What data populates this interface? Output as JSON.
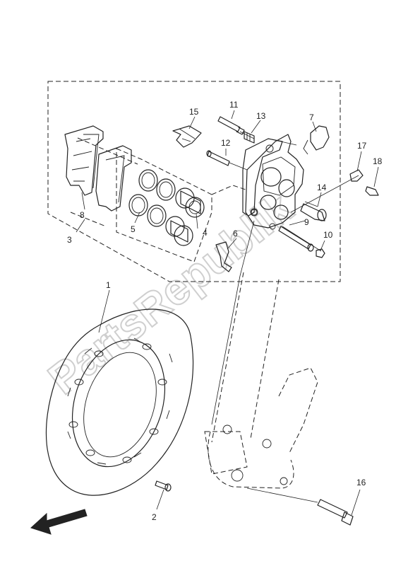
{
  "watermark": "PartsRepublik",
  "callouts": [
    {
      "id": "1",
      "text": "1"
    },
    {
      "id": "2",
      "text": "2"
    },
    {
      "id": "3",
      "text": "3"
    },
    {
      "id": "4",
      "text": "4"
    },
    {
      "id": "5",
      "text": "5"
    },
    {
      "id": "6",
      "text": "6"
    },
    {
      "id": "7",
      "text": "7"
    },
    {
      "id": "8",
      "text": "8"
    },
    {
      "id": "9",
      "text": "9"
    },
    {
      "id": "10",
      "text": "10"
    },
    {
      "id": "11",
      "text": "11"
    },
    {
      "id": "12",
      "text": "12"
    },
    {
      "id": "13",
      "text": "13"
    },
    {
      "id": "14",
      "text": "14"
    },
    {
      "id": "15",
      "text": "15"
    },
    {
      "id": "16",
      "text": "16"
    },
    {
      "id": "17",
      "text": "17"
    },
    {
      "id": "18",
      "text": "18"
    }
  ]
}
